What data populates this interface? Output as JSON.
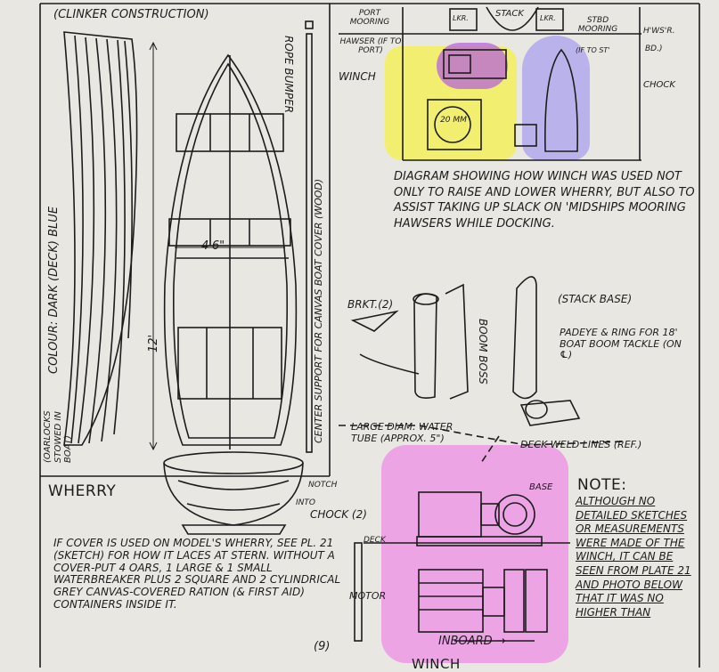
{
  "labels": {
    "clinker": "(CLINKER CONSTRUCTION)",
    "rope_bumper": "ROPE BUMPER",
    "colour": "COLOUR: DARK (DECK) BLUE",
    "oarlocks": "(OARLOCKS STOWED IN BOAT)",
    "beam": "4'6\"",
    "length": "12'",
    "center_support": "CENTER SUPPORT FOR CANVAS BOAT COVER (WOOD)",
    "wherry": "WHERRY",
    "notch": "NOTCH",
    "into": "INTO",
    "chock2": "CHOCK (2)",
    "port_mooring": "PORT MOORING",
    "hawser": "HAWSER (IF TO PORT)",
    "stack": "STACK",
    "lkr1": "LKR.",
    "lkr2": "LKR.",
    "stbd_mooring": "STBD MOORING",
    "if_to_st": "(IF TO ST'",
    "hwsr": "H'WS'R.",
    "bd": "BD.)",
    "winch": "WINCH",
    "chock": "CHOCK",
    "mm20": "20 mm",
    "diagram_caption": "DIAGRAM SHOWING HOW WINCH WAS USED NOT ONLY TO RAISE AND LOWER WHERRY, BUT ALSO TO ASSIST TAKING UP SLACK ON 'MIDSHIPS MOORING HAWSERS WHILE DOCKING.",
    "brkt": "BRKT.(2)",
    "stack_base": "(STACK BASE)",
    "boom_boss": "BOOM BOSS",
    "padeye": "PADEYE & RING FOR 18' BOAT BOOM TACKLE (ON ℄)",
    "large_diam": "LARGE DIAM. WATER TUBE (APPROX. 5\")",
    "deck_weld": "DECK WELD LINES (REF.)",
    "base": "BASE",
    "deck": "DECK",
    "motor": "MOTOR",
    "inboard": "INBOARD →",
    "winch_bottom": "WINCH",
    "cover_note": "IF COVER IS USED ON MODEL'S WHERRY, SEE PL. 21 (SKETCH) FOR HOW IT LACES AT STERN. WITHOUT A COVER-PUT 4 OARS, 1 LARGE & 1 SMALL WATERBREAKER PLUS 2 SQUARE AND 2 CYLINDRICAL GREY CANVAS-COVERED RATION (& FIRST AID) CONTAINERS INSIDE IT.",
    "fig_number": "(9)",
    "note_title": "NOTE:",
    "note_body": "ALTHOUGH NO DETAILED SKETCHES OR MEASUREMENTS WERE MADE OF THE WINCH, IT CAN BE SEEN FROM PLATE 21 AND PHOTO BELOW THAT IT WAS NO HIGHER THAN"
  },
  "highlight_colors": {
    "yellow": "#f4f24a",
    "purple": "#a59df0",
    "pink": "#ee6ee8"
  }
}
